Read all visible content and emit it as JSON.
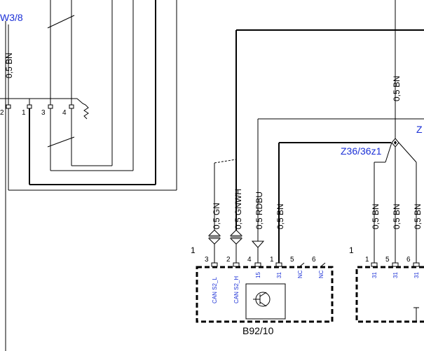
{
  "left_connector": {
    "ref": "W3/8",
    "wire_label": "0,5 BN",
    "pins": [
      "2",
      "1",
      "3",
      "4"
    ]
  },
  "wires": {
    "gn": "0,5 GN",
    "gnwh": "0,5 GNWH",
    "rdbu": "0,5 RDBU",
    "bn1": "0,5 BN",
    "top_bn": "0,5 BN",
    "right1": "0,5 BN",
    "right2": "0,5 BN",
    "right3": "0,5 BN"
  },
  "splice": {
    "label": "Z36/36z1",
    "partial_label": "Z"
  },
  "component": {
    "name": "B92/10",
    "pin_one_marker": "1",
    "pins": [
      "3",
      "2",
      "4",
      "1",
      "5",
      "6"
    ],
    "signals": [
      "CAN S2_L",
      "CAN S2_H",
      "15",
      "31",
      "NC",
      "NC"
    ]
  },
  "component2": {
    "pin_one_marker": "1",
    "pins": [
      "1",
      "5",
      "6"
    ],
    "signals": [
      "31",
      "31",
      "31"
    ]
  },
  "colors": {
    "line": "#000000",
    "label_blue": "#1a2fd6"
  }
}
